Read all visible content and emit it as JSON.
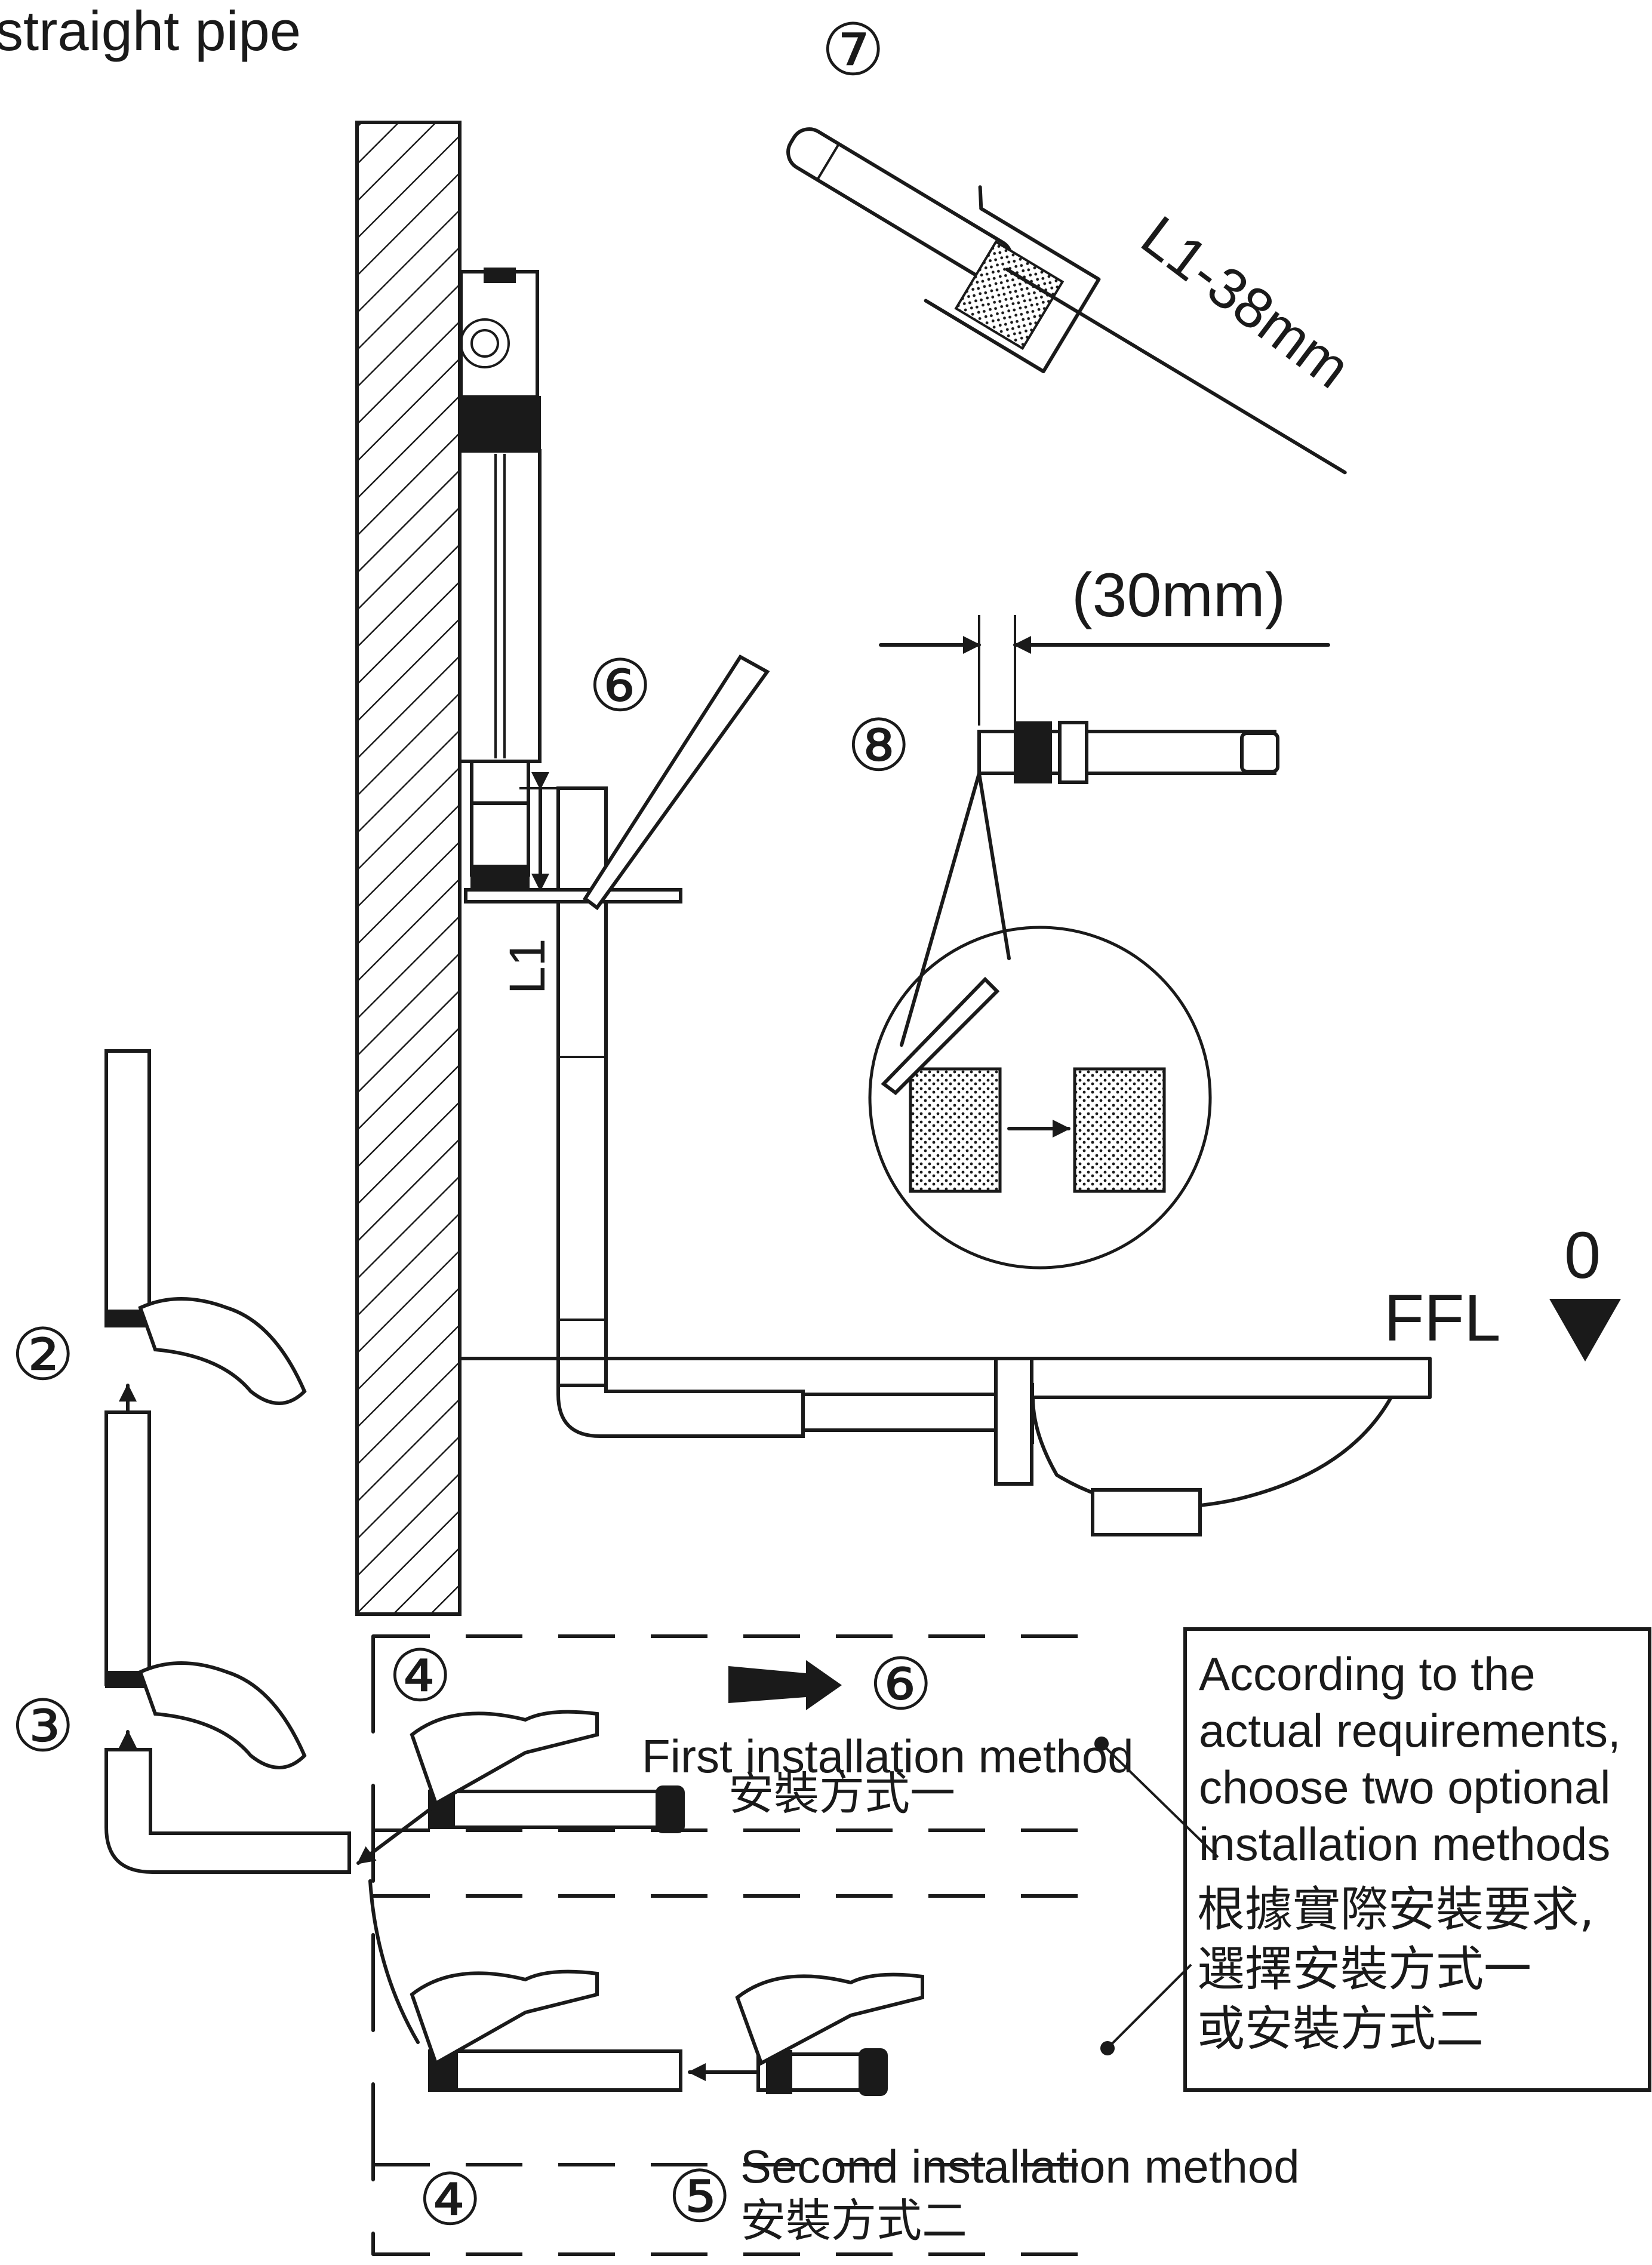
{
  "header": {
    "title": "straight pipe"
  },
  "markers": {
    "m2": "②",
    "m3": "③",
    "m4_top": "④",
    "m4_bottom": "④",
    "m5": "⑤",
    "m6_top": "⑥",
    "m6_mid": "⑥",
    "m7": "⑦",
    "m8": "⑧"
  },
  "dimensions": {
    "l1_label": "L1",
    "l1_cut": "L1-38mm",
    "insert": "(30mm)"
  },
  "floor": {
    "label": "FFL",
    "level": "0"
  },
  "methods": {
    "first_en": "First installation method",
    "first_cn": "安裝方式一",
    "second_en": "Second installation method",
    "second_cn": "安裝方式二"
  },
  "note": {
    "en_lines": [
      "According to the",
      "actual requirements,",
      "choose two optional",
      "installation methods"
    ],
    "cn_lines": [
      "根據實際安裝要求,",
      "選擇安裝方式一",
      "或安裝方式二"
    ]
  },
  "colors": {
    "ink": "#1a1a1a",
    "paper": "#ffffff"
  },
  "icons": [
    "hand-icon",
    "saw-icon",
    "arrow-icon",
    "cone-arrow-icon"
  ]
}
